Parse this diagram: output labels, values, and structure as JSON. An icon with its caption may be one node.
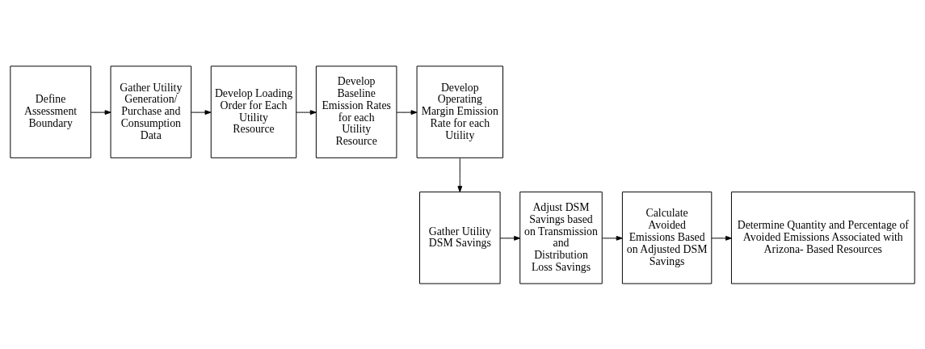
{
  "diagram": {
    "nodes": [
      {
        "text": [
          "Define Assessment Boundary"
        ]
      },
      {
        "text": [
          "Gather Utility Generation/ Purchase and Consumption Data"
        ]
      },
      {
        "text": [
          "Develop Loading Order for Each Utility Resource"
        ]
      },
      {
        "text": [
          "Develop Baseline Emission Rates for each Utility Resource"
        ]
      },
      {
        "text": [
          "Develop Operating Margin Emission Rate for each Utility"
        ]
      },
      {
        "text": [
          "Gather Utility DSM Savings"
        ]
      },
      {
        "text": [
          "Adjust DSM Savings based on Transmission and Distribution Loss Savings"
        ]
      },
      {
        "text": [
          "Calculate Avoided Emissions Based on Adjusted DSM Savings"
        ]
      },
      {
        "text": [
          "Determine Quantity and Percentage of Avoided Emissions Associated with Arizona- Based Resources"
        ]
      }
    ],
    "edges": [
      {
        "from": 0,
        "to": 1,
        "arrow": "to"
      },
      {
        "from": 1,
        "to": 2,
        "arrow": "to"
      },
      {
        "from": 2,
        "to": 3,
        "arrow": "to"
      },
      {
        "from": 3,
        "to": 4,
        "arrow": "to"
      },
      {
        "from": 4,
        "to": 5,
        "arrow": "to"
      },
      {
        "from": 5,
        "to": 6,
        "arrow": "to"
      },
      {
        "from": 6,
        "to": 7,
        "arrow": "to"
      },
      {
        "from": 7,
        "to": 8,
        "arrow": "to"
      }
    ]
  }
}
